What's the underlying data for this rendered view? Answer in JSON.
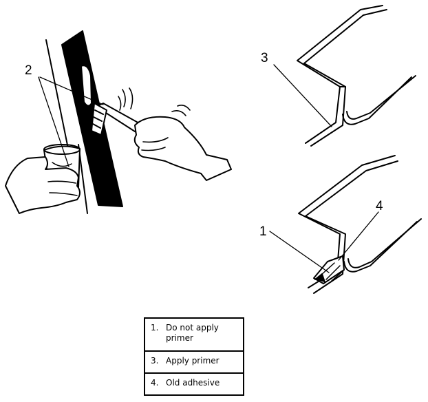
{
  "callouts": {
    "c1": "1",
    "c2": "2",
    "c3": "3",
    "c4": "4"
  },
  "legend": [
    {
      "num": "1.",
      "text": "Do not apply primer"
    },
    {
      "num": "3.",
      "text": "Apply primer"
    },
    {
      "num": "4.",
      "text": "Old adhesive"
    }
  ]
}
